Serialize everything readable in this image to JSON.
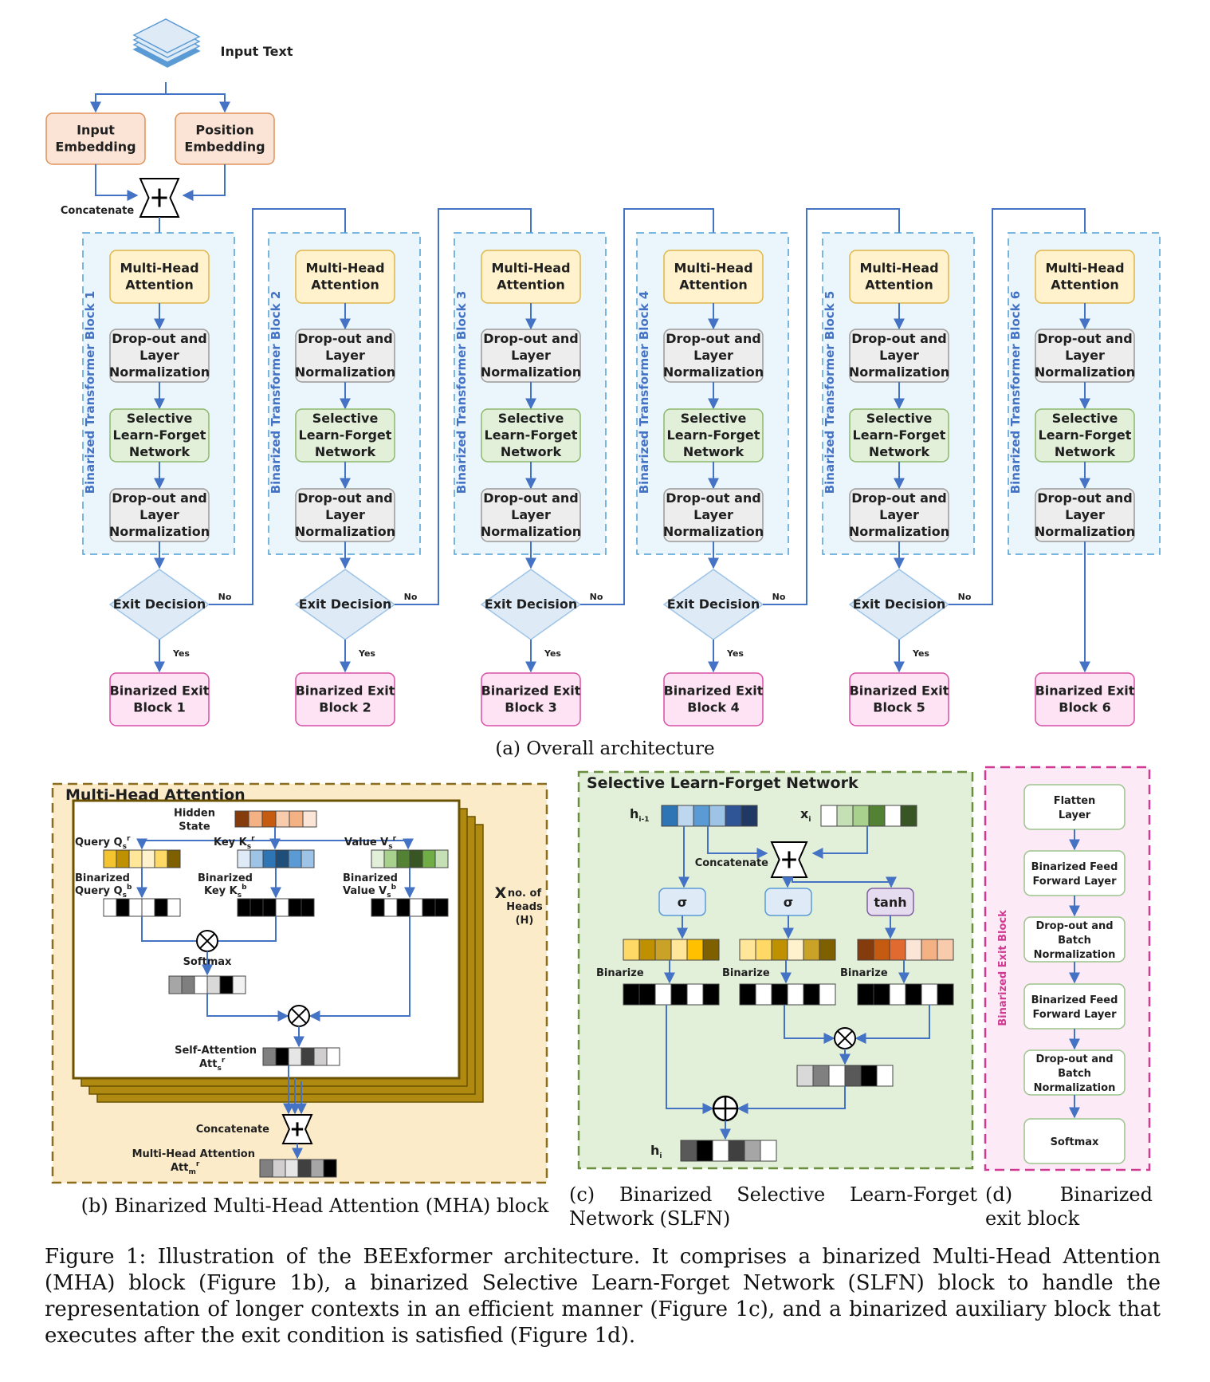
{
  "colors": {
    "edge": "#4472c4",
    "mha_fill": "#fff2cc",
    "mha_stroke": "#e0b64a",
    "norm_fill": "#ededed",
    "norm_stroke": "#9a9a9a",
    "slfn_fill": "#e2efd9",
    "slfn_stroke": "#8cb86a",
    "exit_fill": "#fde3f3",
    "exit_stroke": "#d94fa6",
    "embed_fill": "#fbe4d5",
    "embed_stroke": "#e0925a",
    "decision_fill": "#deebf7",
    "decision_stroke": "#9dc3e6",
    "block_bg": "#eaf6fb",
    "block_stroke": "#4f9fd6",
    "panel_b_bg": "#fcebc8",
    "panel_b_stroke": "#8a6d1d",
    "panel_c_bg": "#e2efd9",
    "panel_c_stroke": "#6a8f3c",
    "panel_d_bg": "#fdeaf7",
    "panel_d_stroke": "#d13a93"
  },
  "overall": {
    "input_text": "Input Text",
    "input_embedding": [
      "Input",
      "Embedding"
    ],
    "position_embedding": [
      "Position",
      "Embedding"
    ],
    "concatenate": "Concatenate",
    "no": "No",
    "yes": "Yes",
    "blocks": [
      {
        "label": "Binarized Transformer Block 1",
        "mha": [
          "Multi-Head",
          "Attention"
        ],
        "norm": [
          "Drop-out and",
          "Layer",
          "Normalization"
        ],
        "slfn": [
          "Selective",
          "Learn-Forget",
          "Network"
        ],
        "decision": "Exit Decision",
        "exit": [
          "Binarized Exit",
          "Block 1"
        ]
      },
      {
        "label": "Binarized Transformer Block 2",
        "mha": [
          "Multi-Head",
          "Attention"
        ],
        "norm": [
          "Drop-out and",
          "Layer",
          "Normalization"
        ],
        "slfn": [
          "Selective",
          "Learn-Forget",
          "Network"
        ],
        "decision": "Exit Decision",
        "exit": [
          "Binarized Exit",
          "Block 2"
        ]
      },
      {
        "label": "Binarized Transformer Block 3",
        "mha": [
          "Multi-Head",
          "Attention"
        ],
        "norm": [
          "Drop-out and",
          "Layer",
          "Normalization"
        ],
        "slfn": [
          "Selective",
          "Learn-Forget",
          "Network"
        ],
        "decision": "Exit Decision",
        "exit": [
          "Binarized Exit",
          "Block 3"
        ]
      },
      {
        "label": "Binarized Transformer Block 4",
        "mha": [
          "Multi-Head",
          "Attention"
        ],
        "norm": [
          "Drop-out and",
          "Layer",
          "Normalization"
        ],
        "slfn": [
          "Selective",
          "Learn-Forget",
          "Network"
        ],
        "decision": "Exit Decision",
        "exit": [
          "Binarized Exit",
          "Block 4"
        ]
      },
      {
        "label": "Binarized Transformer Block 5",
        "mha": [
          "Multi-Head",
          "Attention"
        ],
        "norm": [
          "Drop-out and",
          "Layer",
          "Normalization"
        ],
        "slfn": [
          "Selective",
          "Learn-Forget",
          "Network"
        ],
        "decision": "Exit Decision",
        "exit": [
          "Binarized Exit",
          "Block 5"
        ]
      },
      {
        "label": "Binarized Transformer Block 6",
        "mha": [
          "Multi-Head",
          "Attention"
        ],
        "norm": [
          "Drop-out and",
          "Layer",
          "Normalization"
        ],
        "slfn": [
          "Selective",
          "Learn-Forget",
          "Network"
        ],
        "decision": "",
        "exit": [
          "Binarized Exit",
          "Block 6"
        ]
      }
    ]
  },
  "mha_panel": {
    "title": "Multi-Head Attention",
    "hidden_state": [
      "Hidden",
      "State"
    ],
    "query": "Query Q",
    "key": "Key K",
    "value": "Value V",
    "bin_query": [
      "Binarized",
      "Query Q"
    ],
    "bin_key": [
      "Binarized",
      "Key K"
    ],
    "bin_value": [
      "Binarized",
      "Value V"
    ],
    "softmax": "Softmax",
    "self_attention": [
      "Self-Attention",
      "Att"
    ],
    "heads": [
      "X",
      "no. of",
      "Heads",
      "(H)"
    ],
    "concatenate": "Concatenate",
    "mha_out": [
      "Multi-Head Attention",
      "Att"
    ],
    "sub_s": "s",
    "sub_m": "m",
    "sup_r": "r",
    "sup_b": "b",
    "hidden_colors": [
      "#843c0c",
      "#f4b183",
      "#c55a11",
      "#f8cbad",
      "#f4b183",
      "#fbe5d6"
    ],
    "query_colors": [
      "#f4c430",
      "#bf9000",
      "#ffe699",
      "#fff2cc",
      "#ffd966",
      "#7f6000"
    ],
    "key_colors": [
      "#deebf7",
      "#9dc3e6",
      "#2e75b6",
      "#1f4e79",
      "#5b9bd5",
      "#9dc3e6"
    ],
    "value_colors": [
      "#e2f0d9",
      "#a9d18e",
      "#548235",
      "#375623",
      "#70ad47",
      "#c5e0b4"
    ],
    "bin_query_colors": [
      "#ffffff",
      "#000000",
      "#ffffff",
      "#ffffff",
      "#000000",
      "#ffffff"
    ],
    "bin_key_colors": [
      "#000000",
      "#000000",
      "#000000",
      "#ffffff",
      "#000000",
      "#000000"
    ],
    "bin_value_colors": [
      "#000000",
      "#ffffff",
      "#000000",
      "#ffffff",
      "#000000",
      "#000000"
    ],
    "softmax_colors": [
      "#a6a6a6",
      "#7f7f7f",
      "#ffffff",
      "#d9d9d9",
      "#000000",
      "#f2f2f2"
    ],
    "self_att_colors": [
      "#808080",
      "#000000",
      "#e7e6e6",
      "#404040",
      "#d0cece",
      "#ffffff"
    ],
    "mha_out_colors": [
      "#808080",
      "#d0cece",
      "#e7e6e6",
      "#404040",
      "#a6a6a6",
      "#000000"
    ]
  },
  "slfn_panel": {
    "title": "Selective Learn-Forget Network",
    "h_prev": "h",
    "h_prev_sub": "i-1",
    "x": "x",
    "x_sub": "i",
    "concatenate": "Concatenate",
    "sigma": "σ",
    "tanh": "tanh",
    "binarize": "Binarize",
    "h_out": "h",
    "h_out_sub": "i",
    "hprev_colors": [
      "#2e75b6",
      "#bdd7ee",
      "#5b9bd5",
      "#9dc3e6",
      "#2f5597",
      "#1f3864"
    ],
    "x_colors": [
      "#ffffff",
      "#c5e0b4",
      "#a9d18e",
      "#548235",
      "#ffffff",
      "#375623"
    ],
    "s1_colors": [
      "#ffd966",
      "#bf9000",
      "#c9a227",
      "#ffe699",
      "#ffc000",
      "#7f6000"
    ],
    "s2_colors": [
      "#ffe699",
      "#ffd966",
      "#bf9000",
      "#fff2cc",
      "#c9a227",
      "#7f6000"
    ],
    "tanh_colors": [
      "#843c0c",
      "#c55a11",
      "#e06a2f",
      "#fbe5d6",
      "#f4b183",
      "#f8cbad"
    ],
    "b1_colors": [
      "#000000",
      "#000000",
      "#ffffff",
      "#000000",
      "#ffffff",
      "#000000"
    ],
    "b2_colors": [
      "#000000",
      "#ffffff",
      "#000000",
      "#ffffff",
      "#000000",
      "#ffffff"
    ],
    "b3_colors": [
      "#000000",
      "#000000",
      "#ffffff",
      "#000000",
      "#ffffff",
      "#000000"
    ],
    "mul_colors": [
      "#d9d9d9",
      "#808080",
      "#ffffff",
      "#595959",
      "#000000",
      "#ffffff"
    ],
    "out_colors": [
      "#595959",
      "#000000",
      "#ffffff",
      "#404040",
      "#a6a6a6",
      "#ffffff"
    ]
  },
  "exit_panel": {
    "title": "Binarized Exit Block",
    "layers": [
      [
        "Flatten",
        "Layer"
      ],
      [
        "Binarized Feed",
        "Forward Layer"
      ],
      [
        "Drop-out and",
        "Batch",
        "Normalization"
      ],
      [
        "Binarized Feed",
        "Forward Layer"
      ],
      [
        "Drop-out and",
        "Batch",
        "Normalization"
      ],
      [
        "Softmax"
      ]
    ]
  },
  "captions": {
    "a": "(a) Overall architecture",
    "b": "(b) Binarized Multi-Head Attention (MHA) block",
    "c": "(c) Binarized Selective Learn-Forget Network (SLFN)",
    "d": "(d) Binarized exit block",
    "figure": "Figure 1: Illustration of the BEExformer architecture. It comprises a binarized Multi-Head Attention (MHA) block (Figure 1b), a binarized Selective Learn-Forget Network (SLFN) block to handle the representation of longer contexts in an efficient manner (Figure 1c), and a binarized auxiliary block that executes after the exit condition is satisfied (Figure 1d)."
  }
}
